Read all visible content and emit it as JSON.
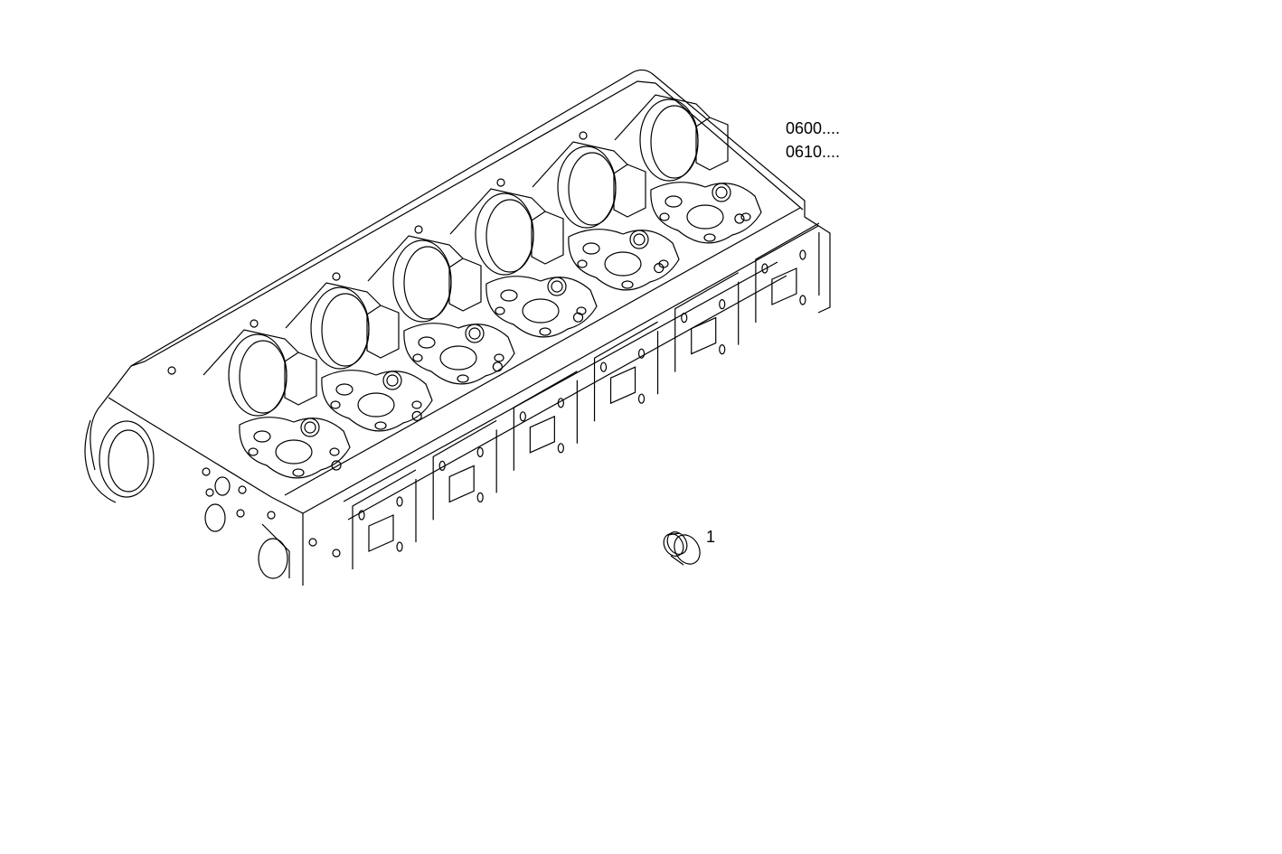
{
  "diagram": {
    "assembly_refs": [
      "0600....",
      "0610...."
    ],
    "parts": [
      {
        "callout": "1",
        "name": "plug"
      }
    ],
    "cylinder_count": 6,
    "line_color": "#000000",
    "background": "#ffffff"
  }
}
